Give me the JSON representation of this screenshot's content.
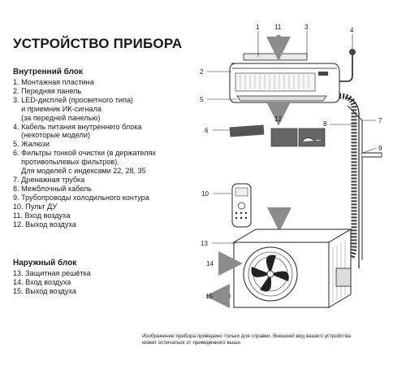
{
  "title": "УСТРОЙСТВО ПРИБОРА",
  "indoor": {
    "heading": "Внутренний блок",
    "items": [
      "1. Монтажная пластина",
      "2. Передняя панель",
      "3. LED-дисплей (просветного типа)",
      "    и приемник ИК-сигнала",
      "    (за передней панелью)",
      "4. Кабель питания внутреннего блока",
      "    (некоторые модели)",
      "5. Жалюзи",
      "6. Фильтры тонкой очистки (в держателях",
      "    противопылевых фильтров).",
      "    Для моделей с индексами 22, 28, 35",
      "7. Дренажная трубка",
      "8. Межблочный кабель",
      "9. Трубопроводы холодильного контура",
      "10. Пульт ДУ",
      "11. Вход воздуха",
      "12. Выход воздуха"
    ]
  },
  "outdoor": {
    "heading": "Наружный блок",
    "items": [
      "13. Защитная решётка",
      "14. Вход воздуха",
      "15. Выход воздуха"
    ]
  },
  "note": [
    "Изображение прибора приведено только для справки. Внешний вид вашего устройства",
    "может отличаться от приведенного выше."
  ],
  "callouts": {
    "n1": "1",
    "n2": "2",
    "n3": "3",
    "n4": "4",
    "n5": "5",
    "n6": "6",
    "n7": "7",
    "n8": "8",
    "n9": "9",
    "n10": "10",
    "n11": "11",
    "n12": "12",
    "n13": "13",
    "n14": "14",
    "n15": "15"
  },
  "colors": {
    "text": "#1a1a1a",
    "line": "#222222",
    "arrow": "#8c8c8c",
    "unit_fill": "#ffffff",
    "filter": "#555555",
    "pipe_insulation": "#3a3a3a"
  }
}
